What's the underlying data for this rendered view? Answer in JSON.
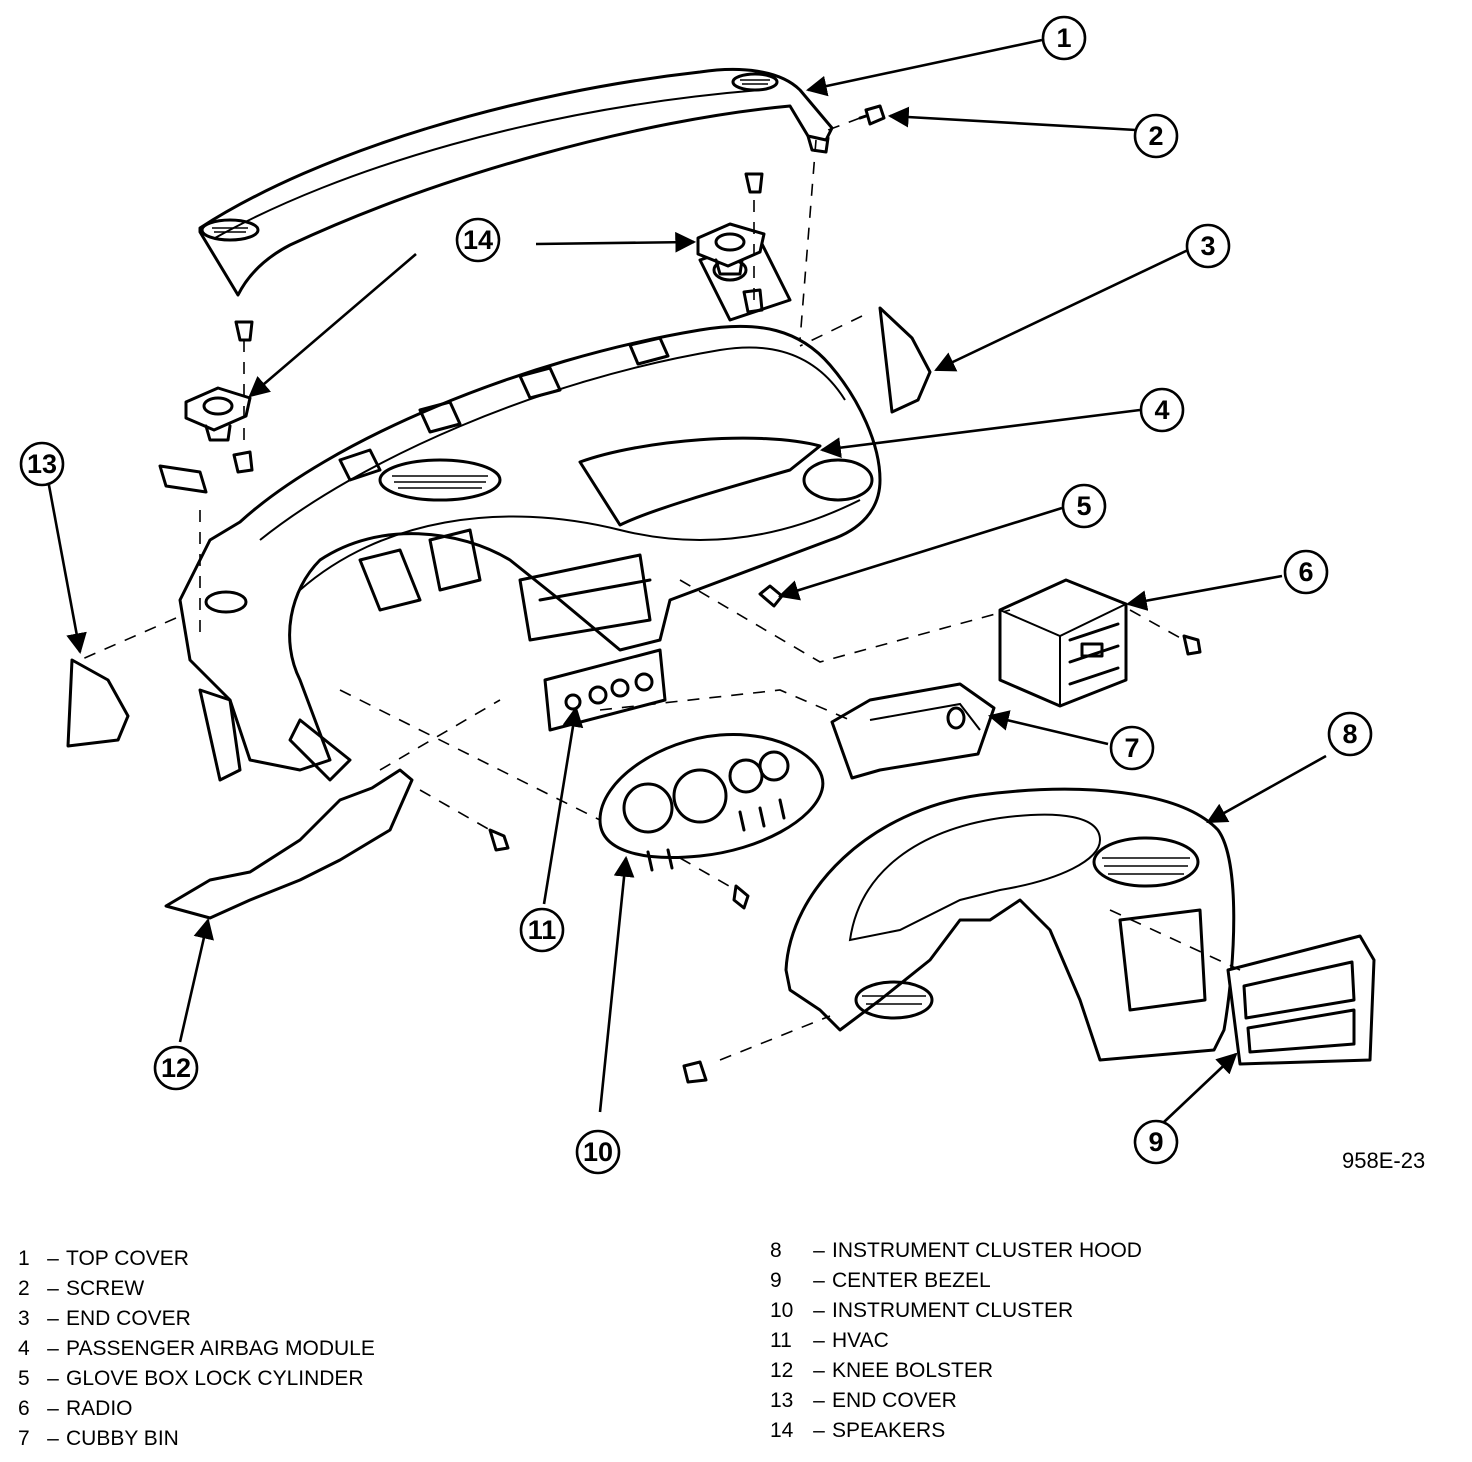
{
  "figure": {
    "code": "958E-23",
    "callouts": [
      "1",
      "2",
      "3",
      "4",
      "5",
      "6",
      "7",
      "8",
      "9",
      "10",
      "11",
      "12",
      "13",
      "14"
    ]
  },
  "legend": {
    "left": [
      {
        "num": "1",
        "sep": "–",
        "label": "TOP COVER"
      },
      {
        "num": "2",
        "sep": "–",
        "label": "SCREW"
      },
      {
        "num": "3",
        "sep": "–",
        "label": "END COVER"
      },
      {
        "num": "4",
        "sep": "–",
        "label": "PASSENGER AIRBAG MODULE"
      },
      {
        "num": "5",
        "sep": "–",
        "label": "GLOVE BOX LOCK CYLINDER"
      },
      {
        "num": "6",
        "sep": "–",
        "label": "RADIO"
      },
      {
        "num": "7",
        "sep": "–",
        "label": "CUBBY BIN"
      }
    ],
    "right": [
      {
        "num": "8",
        "sep": "–",
        "label": "INSTRUMENT CLUSTER HOOD"
      },
      {
        "num": "9",
        "sep": "–",
        "label": "CENTER BEZEL"
      },
      {
        "num": "10",
        "sep": "–",
        "label": "INSTRUMENT CLUSTER"
      },
      {
        "num": "11",
        "sep": "–",
        "label": "HVAC"
      },
      {
        "num": "12",
        "sep": "–",
        "label": "KNEE BOLSTER"
      },
      {
        "num": "13",
        "sep": "–",
        "label": "END COVER"
      },
      {
        "num": "14",
        "sep": "–",
        "label": "SPEAKERS"
      }
    ]
  }
}
